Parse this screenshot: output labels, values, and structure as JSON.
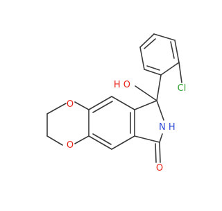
{
  "molecule": {
    "colors": {
      "bond": "#3a3a3a",
      "oxygen": "#e8251c",
      "nitrogen": "#2f4bd6",
      "chlorine": "#2ea12e"
    },
    "atom_labels": {
      "o_ring_top": "O",
      "o_ring_bottom": "O",
      "oh": "H O",
      "nh": "N H",
      "carbonyl_o": "O",
      "cl": "Cl"
    }
  }
}
